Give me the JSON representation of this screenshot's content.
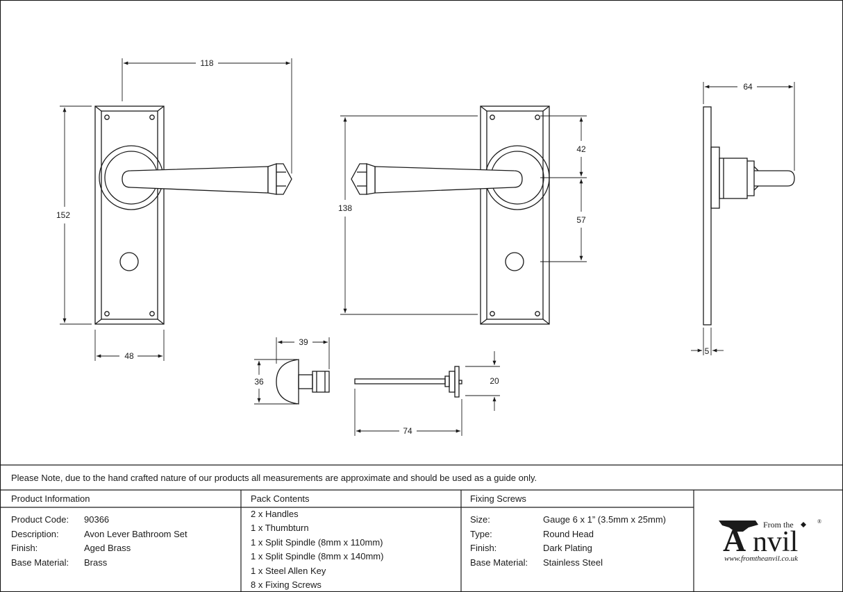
{
  "dimensions": {
    "front_width_top": "118",
    "front_height": "152",
    "front_width_bottom": "48",
    "back_height": "138",
    "spindle_to_top": "42",
    "spindle_to_key": "57",
    "side_projection": "64",
    "side_thickness": "5",
    "thumbturn_depth": "39",
    "thumbturn_diameter": "36",
    "spindle_length": "74",
    "spindle_rose": "20"
  },
  "note": "Please Note, due to the hand crafted nature of our products all measurements are approximate and should be used as a guide only.",
  "product_info": {
    "header": "Product Information",
    "rows": [
      {
        "label": "Product Code:",
        "value": "90366"
      },
      {
        "label": "Description:",
        "value": "Avon Lever Bathroom Set"
      },
      {
        "label": "Finish:",
        "value": "Aged Brass"
      },
      {
        "label": "Base Material:",
        "value": "Brass"
      }
    ]
  },
  "pack_contents": {
    "header": "Pack Contents",
    "items": [
      "2 x Handles",
      "1 x Thumbturn",
      "1 x Split Spindle (8mm x 110mm)",
      "1 x Split Spindle (8mm x 140mm)",
      "1 x Steel Allen Key",
      "8 x Fixing Screws"
    ]
  },
  "fixing_screws": {
    "header": "Fixing Screws",
    "rows": [
      {
        "label": "Size:",
        "value": "Gauge 6 x 1” (3.5mm x 25mm)"
      },
      {
        "label": "Type:",
        "value": "Round Head"
      },
      {
        "label": "Finish:",
        "value": "Dark Plating"
      },
      {
        "label": "Base Material:",
        "value": "Stainless Steel"
      }
    ]
  },
  "logo": {
    "from_the": "From the",
    "registered": "®",
    "a_letter": "A",
    "nvil": "nvil",
    "url": "www.fromtheanvil.co.uk"
  },
  "colors": {
    "line": "#1a1a1a",
    "background": "#ffffff"
  }
}
